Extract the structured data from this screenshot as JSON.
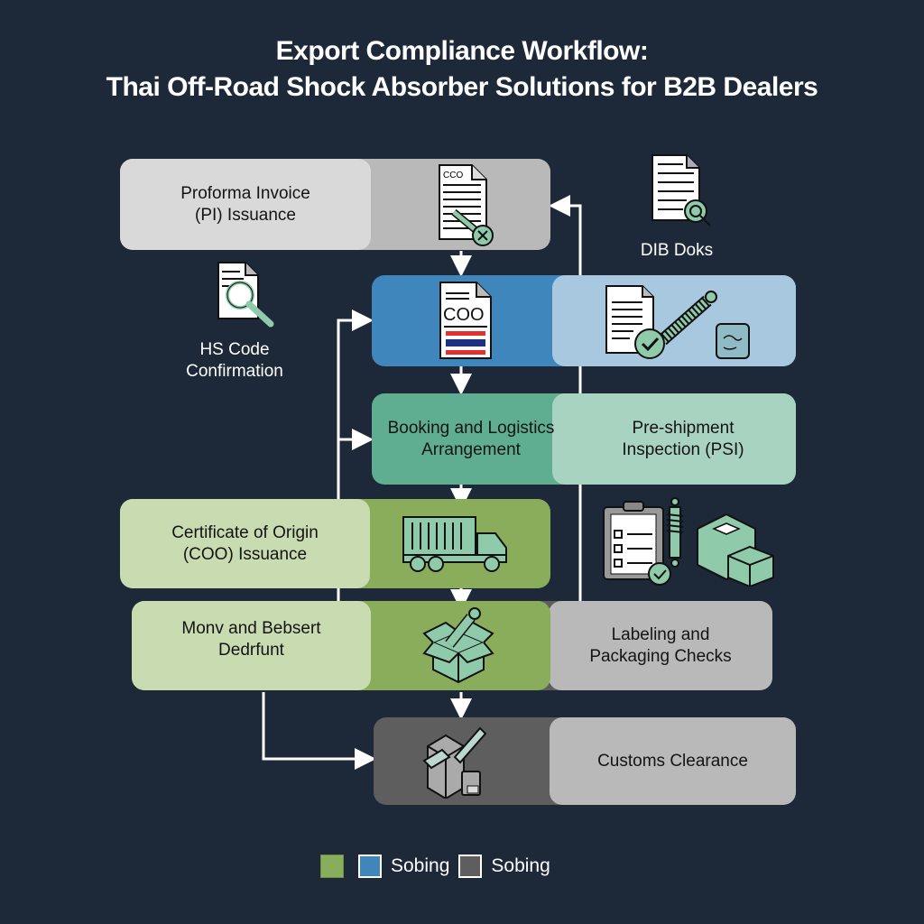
{
  "title": {
    "line1": "Export Compliance Workflow:",
    "line2": "Thai Off-Road Shock Absorber Solutions for B2B Dealers"
  },
  "colors": {
    "background": "#1d2839",
    "gray_dark": "#5e5e5e",
    "gray_mid": "#b9b9b9",
    "gray_light": "#d9d9d9",
    "blue_dark": "#3f86bd",
    "blue_light": "#a8c8e0",
    "teal_dark": "#5fae92",
    "teal_light": "#a9d3c1",
    "green_dark": "#8aad5c",
    "green_light": "#c9dbb0",
    "icon_mint": "#8fcbab"
  },
  "steps": {
    "pi": {
      "label_line1": "Proforma Invoice",
      "label_line2": "(PI) Issuance",
      "icon": "document-edit-icon",
      "icon_text": "CCO"
    },
    "dib": {
      "label": "DIB Doks",
      "icon": "document-search-icon"
    },
    "hs": {
      "label_line1": "HS Code",
      "label_line2": "Confirmation",
      "icon": "document-magnifier-icon"
    },
    "coo_doc": {
      "icon": "coo-document-icon",
      "icon_text": "COO"
    },
    "inspection_icons": {
      "icons": [
        "document-check-icon",
        "shock-absorber-icon",
        "inspection-card-icon"
      ]
    },
    "booking": {
      "label_line1": "Booking and Logistics",
      "label_line2": "Arrangement"
    },
    "psi": {
      "label_line1": "Pre-shipment",
      "label_line2": "Inspection (PSI)"
    },
    "coo": {
      "label_line1": "Certificate of Origin",
      "label_line2": "(COO) Issuance",
      "icon": "truck-icon"
    },
    "checklist_icons": {
      "icons": [
        "clipboard-checklist-icon",
        "shock-absorber-icon",
        "boxes-icon"
      ]
    },
    "mony": {
      "label_line1": "Monv and Bebsert",
      "label_line2": "Dedrfunt",
      "icon": "open-box-icon"
    },
    "labeling": {
      "label_line1": "Labeling and",
      "label_line2": "Packaging Checks"
    },
    "customs": {
      "label": "Customs Clearance",
      "icon": "customs-box-icon"
    }
  },
  "legend": {
    "items": [
      {
        "color": "#8aad5c",
        "label": ""
      },
      {
        "color": "#3f86bd",
        "label": "Sobing"
      },
      {
        "color": "#5e5e5e",
        "label": "Sobing"
      }
    ]
  }
}
